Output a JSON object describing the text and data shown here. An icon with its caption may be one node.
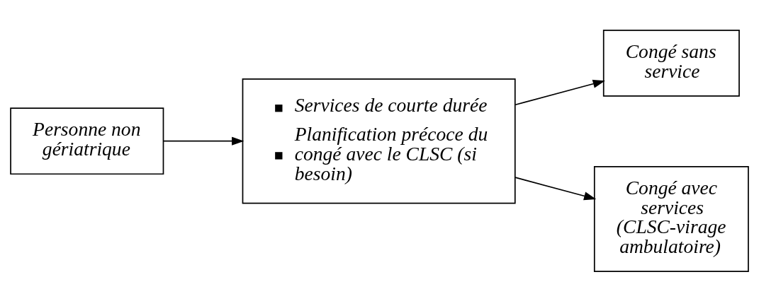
{
  "diagram": {
    "nodes": [
      {
        "text": [
          "Personne non gériatrique"
        ]
      },
      {
        "text": [
          "Services de courte durée",
          "Planification précoce du congé avec le CLSC (si besoin)"
        ]
      },
      {
        "text": [
          "Congé sans service"
        ]
      },
      {
        "text": [
          "Congé avec services (CLSC-virage ambulatoire)"
        ]
      }
    ],
    "edges": [
      {
        "from": 0,
        "to": 1,
        "arrow": "to"
      },
      {
        "from": 1,
        "to": 2,
        "arrow": "to"
      },
      {
        "from": 1,
        "to": 3,
        "arrow": "to"
      }
    ]
  }
}
